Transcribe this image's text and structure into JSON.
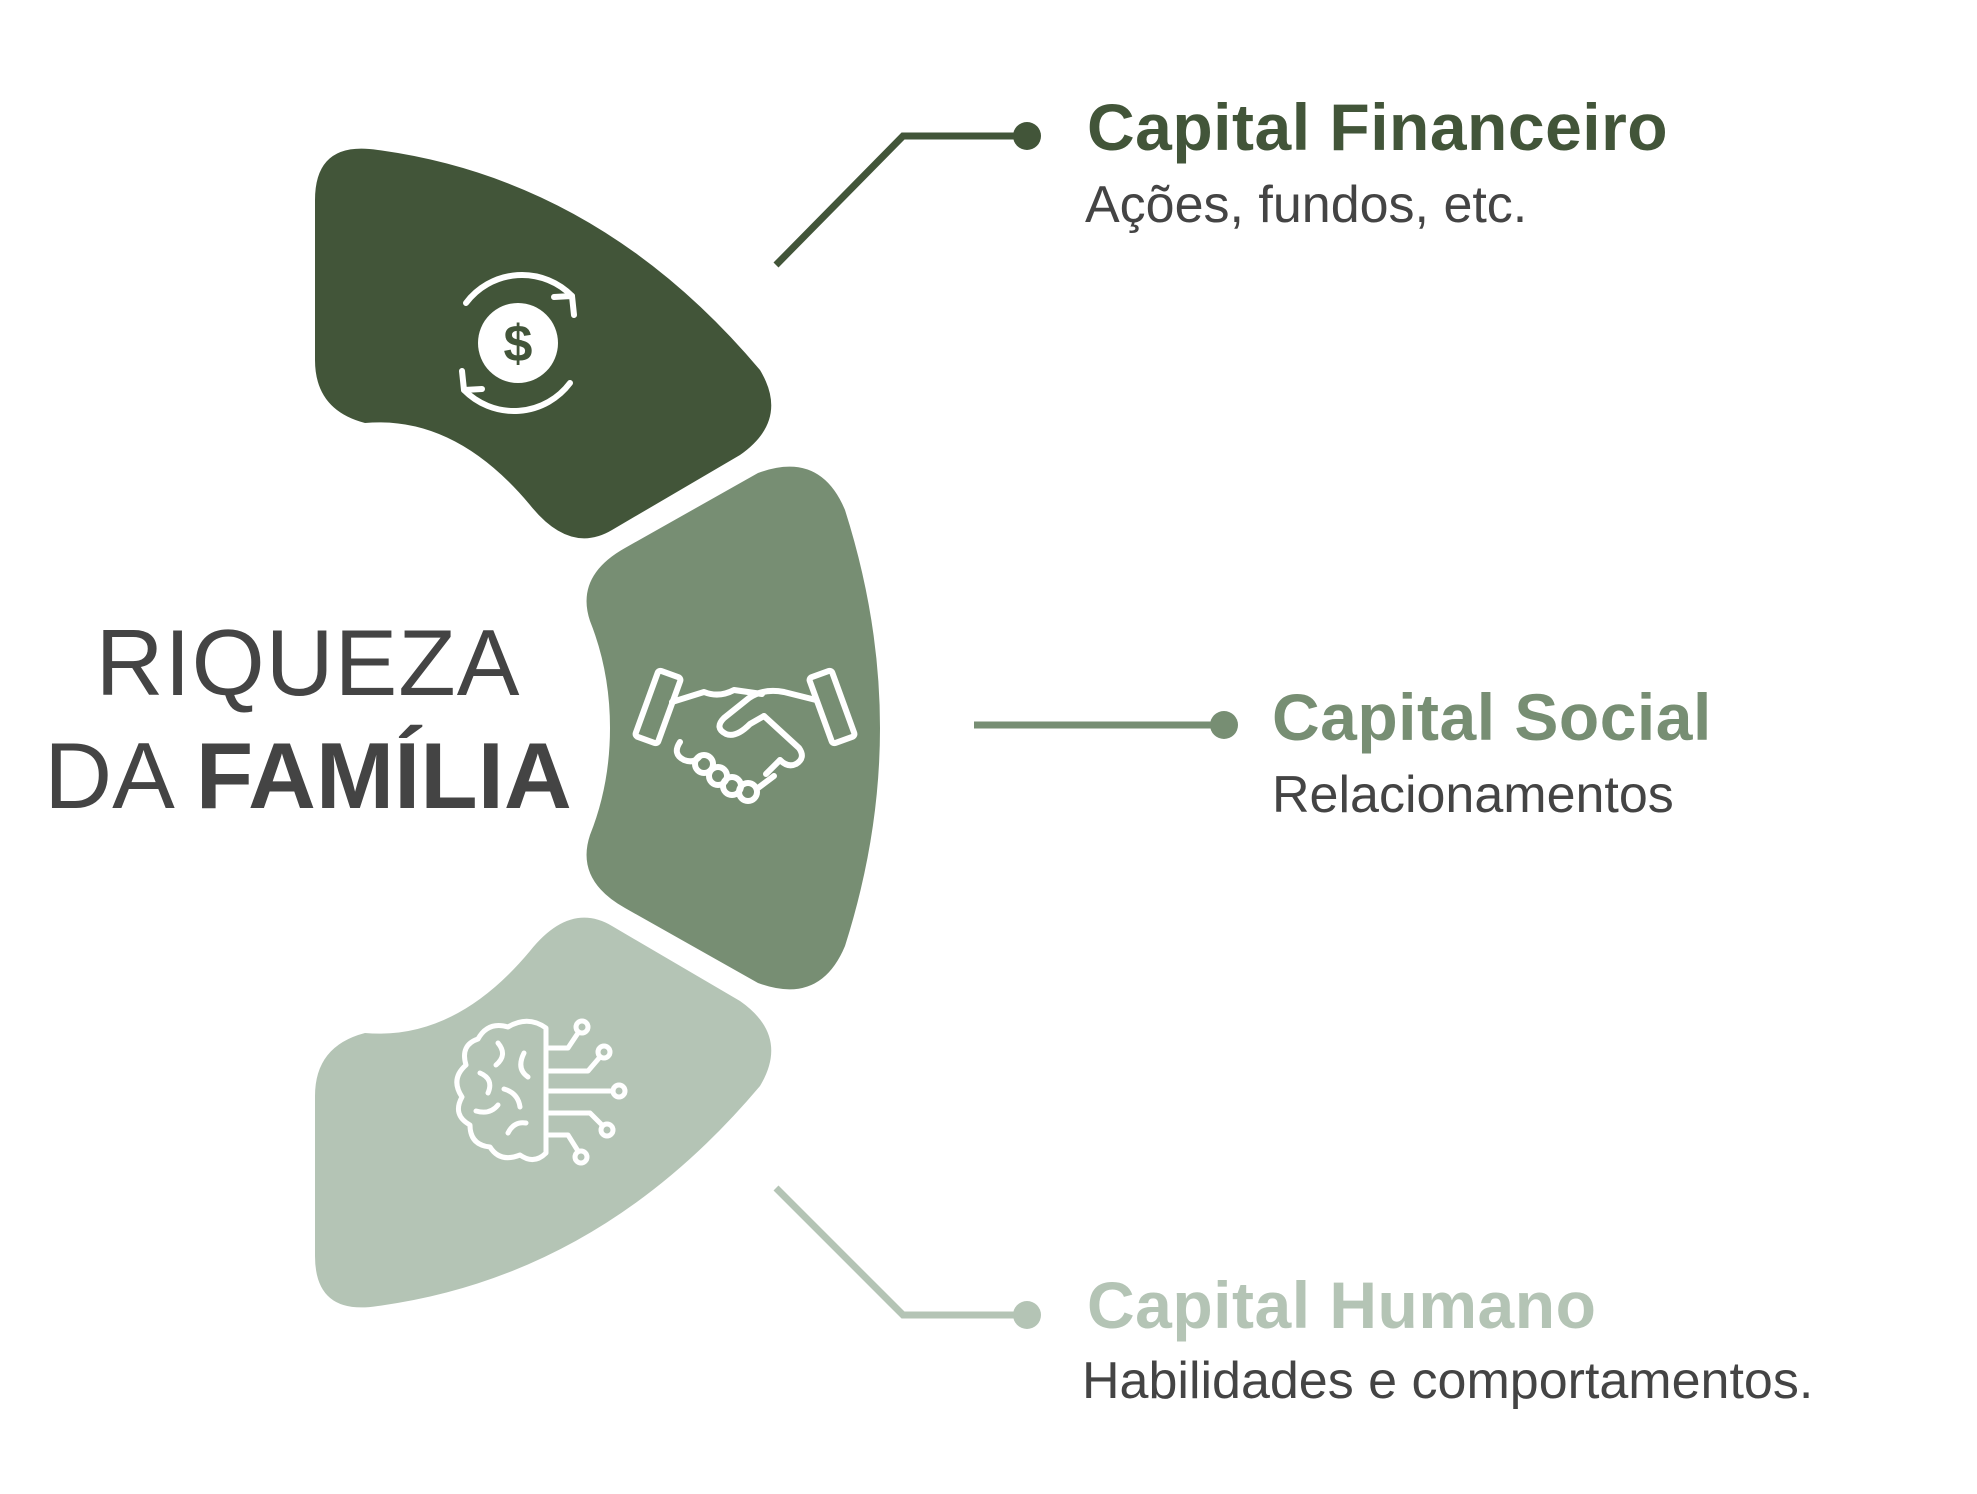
{
  "center": {
    "line1": "RIQUEZA",
    "line2_light": "DA ",
    "line2_bold": "FAMÍLIA"
  },
  "items": [
    {
      "title": "Capital Financeiro",
      "subtitle": "Ações, fundos, etc.",
      "color": "#425539",
      "icon": "dollar-exchange-icon"
    },
    {
      "title": "Capital Social",
      "subtitle": "Relacionamentos",
      "color": "#778e73",
      "icon": "handshake-icon"
    },
    {
      "title": "Capital Humano",
      "subtitle": "Habilidades e comportamentos.",
      "color": "#b4c4b5",
      "icon": "brain-circuit-icon"
    }
  ]
}
